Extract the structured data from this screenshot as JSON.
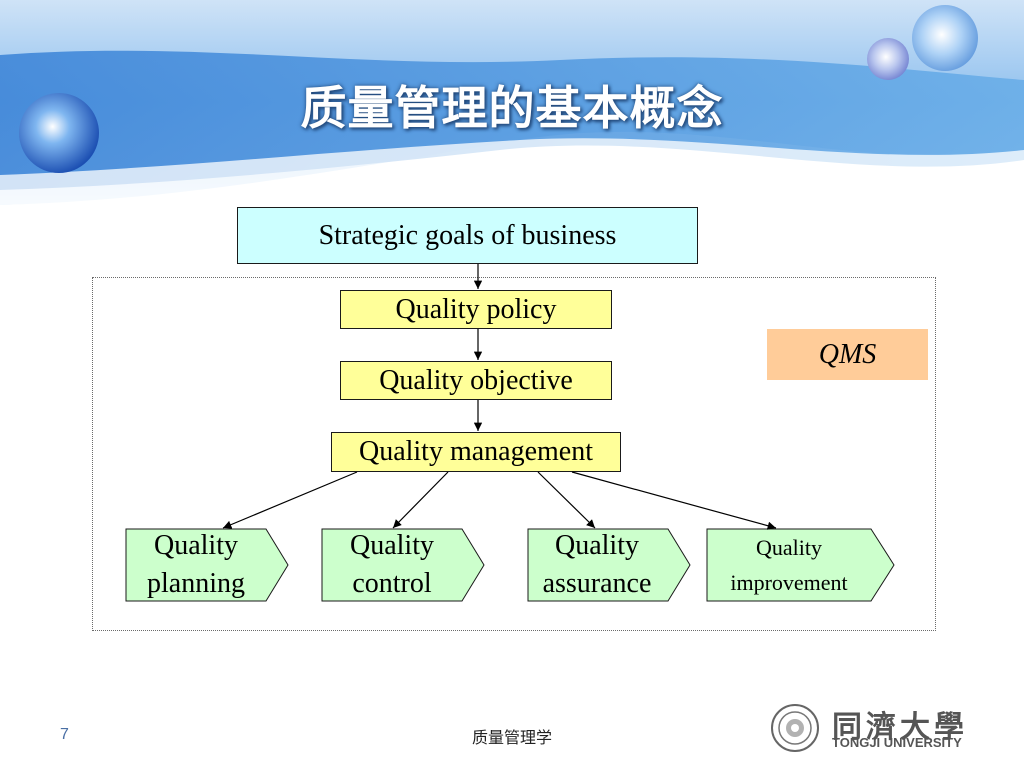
{
  "slide": {
    "title": "质量管理的基本概念",
    "page_number": "7",
    "footer_text": "质量管理学"
  },
  "diagram": {
    "top": "Strategic goals of business",
    "policy": "Quality policy",
    "objective": "Quality objective",
    "management": "Quality management",
    "qms": "QMS",
    "processes": [
      {
        "line1": "Quality",
        "line2": "planning"
      },
      {
        "line1": "Quality",
        "line2": "control"
      },
      {
        "line1": "Quality",
        "line2": "assurance"
      },
      {
        "line1": "Quality",
        "line2": "improvement"
      }
    ]
  },
  "logo": {
    "name_cn": "同濟大學",
    "name_en": "TONGJI UNIVERSITY"
  },
  "colors": {
    "banner_blue": "#5b9be0",
    "strategic_fill": "#ccffff",
    "quality_fill": "#ffff99",
    "process_fill": "#ccffcc",
    "qms_fill": "#ffcc99"
  }
}
